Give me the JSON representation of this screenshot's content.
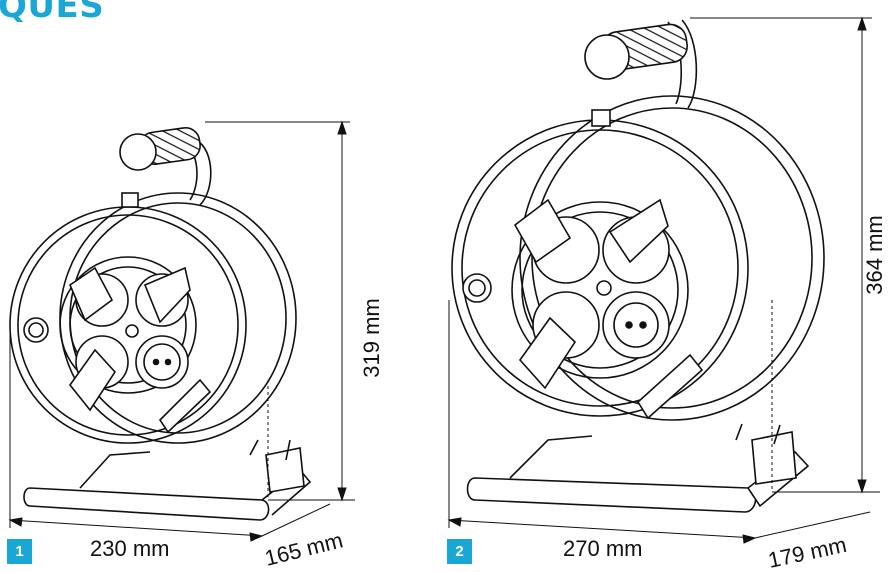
{
  "title": "QUES",
  "reels": [
    {
      "badge": "1",
      "width_label": "230 mm",
      "depth_label": "165 mm",
      "height_label": "319 mm"
    },
    {
      "badge": "2",
      "width_label": "270 mm",
      "depth_label": "179 mm",
      "height_label": "364 mm"
    }
  ],
  "colors": {
    "accent": "#1aa7d6",
    "line": "#111111"
  }
}
